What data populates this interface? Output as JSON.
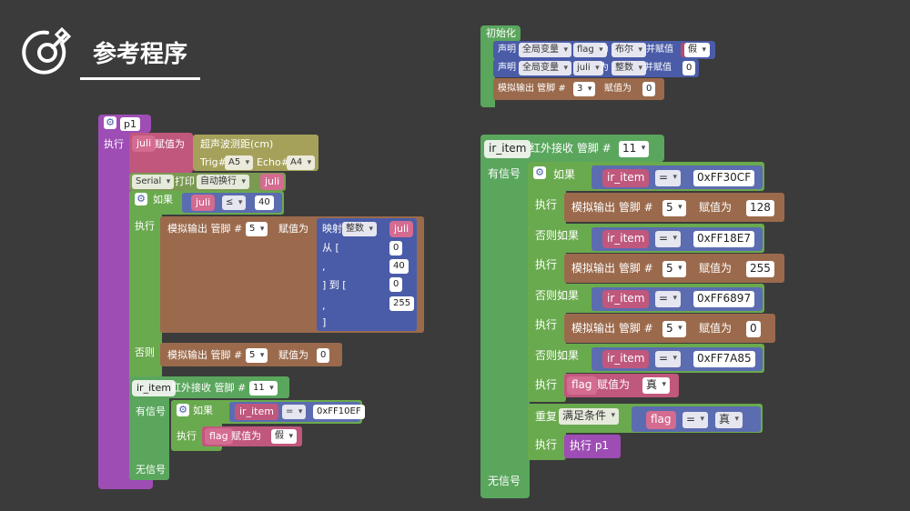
{
  "header": {
    "title": "参考程序"
  },
  "init": {
    "title": "初始化",
    "declare_label": "声明",
    "scope": "全局变量",
    "var1": "flag",
    "as_label": "为",
    "type1": "布尔",
    "assign_label": "并赋值",
    "value1": "假",
    "var2": "juli",
    "type2": "整数",
    "value2": "0",
    "analog_label": "模拟输出 管脚 #",
    "pin": "3",
    "assignv_label": "赋值为",
    "analog_value": "0"
  },
  "p1": {
    "name": "p1",
    "exec_label": "执行",
    "juli": "juli",
    "assignv_label": "赋值为",
    "ultrasonic": "超声波测距(cm)",
    "trig_label": "Trig#",
    "trig": "A5",
    "echo_label": "Echo#",
    "echo": "A4",
    "serial": "Serial",
    "print_label": "打印",
    "newline": "自动换行",
    "if_label": "如果",
    "le_op": "≤",
    "le_value": "40",
    "exec2": "执行",
    "analog_label": "模拟输出 管脚 #",
    "pin": "5",
    "map_label": "映射",
    "map_type": "整数",
    "from_label": "从 [",
    "comma1": ",",
    "to_label": "] 到 [",
    "comma2": ",",
    "close_label": "]",
    "map_v1": "0",
    "map_v2": "40",
    "map_v3": "0",
    "map_v4": "255",
    "else_label": "否则",
    "else_value": "0",
    "ir_item": "ir_item",
    "ir_label": "红外接收 管脚 #",
    "ir_pin": "11",
    "has_signal": "有信号",
    "eq": "=",
    "ir_code": "0xFF10EF",
    "flag": "flag",
    "flag_value": "假",
    "no_signal": "无信号"
  },
  "main": {
    "ir_item": "ir_item",
    "ir_label": "红外接收 管脚 #",
    "ir_pin": "11",
    "has_signal": "有信号",
    "if_label": "如果",
    "exec_label": "执行",
    "elseif_label": "否则如果",
    "eq": "=",
    "codes": [
      "0xFF30CF",
      "0xFF18E7",
      "0xFF6897",
      "0xFF7A85"
    ],
    "analog_label": "模拟输出 管脚 #",
    "pin": "5",
    "assignv_label": "赋值为",
    "values": [
      "128",
      "255",
      "0"
    ],
    "flag": "flag",
    "flag_value": "真",
    "repeat_label": "重复",
    "cond_label": "满足条件",
    "exec_p1": "执行  p1",
    "no_signal": "无信号"
  }
}
